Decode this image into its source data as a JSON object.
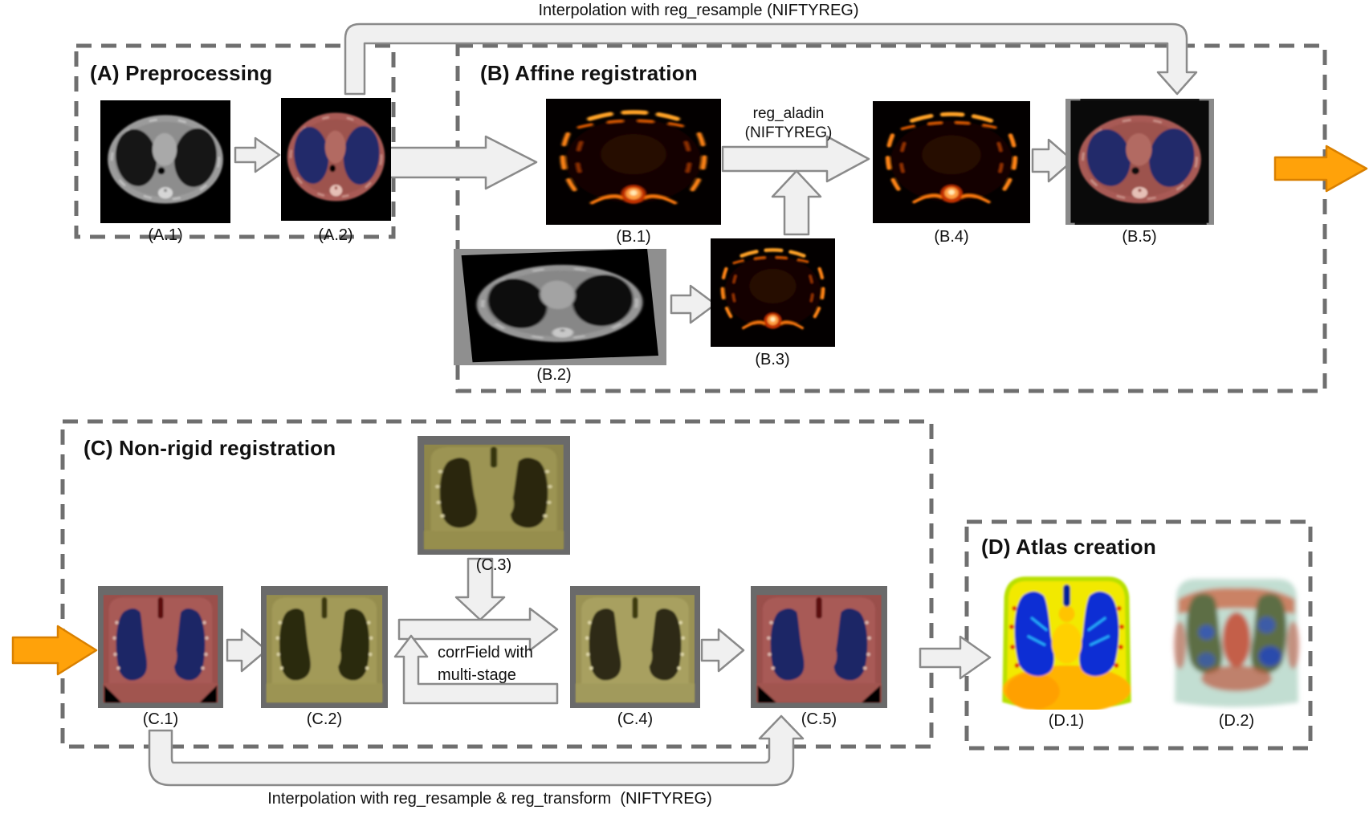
{
  "figure": {
    "top_arrow_label": "Interpolation with reg_resample (NIFTYREG)",
    "bottom_arrow_label": "Interpolation with reg_resample & reg_transform  (NIFTYREG)"
  },
  "sections": {
    "a": {
      "title": "(A) Preprocessing",
      "items": [
        {
          "label": "(A.1)"
        },
        {
          "label": "(A.2)"
        }
      ]
    },
    "b": {
      "title": "(B) Affine registration",
      "arrow_label_line1": "reg_aladin",
      "arrow_label_line2": "(NIFTYREG)",
      "items": [
        {
          "label": "(B.1)"
        },
        {
          "label": "(B.2)"
        },
        {
          "label": "(B.3)"
        },
        {
          "label": "(B.4)"
        },
        {
          "label": "(B.5)"
        }
      ]
    },
    "c": {
      "title": "(C) Non-rigid registration",
      "arrow_label_line1": "corrField with",
      "arrow_label_line2": "multi-stage",
      "items": [
        {
          "label": "(C.1)"
        },
        {
          "label": "(C.2)"
        },
        {
          "label": "(C.3)"
        },
        {
          "label": "(C.4)"
        },
        {
          "label": "(C.5)"
        }
      ]
    },
    "d": {
      "title": "(D) Atlas creation",
      "items": [
        {
          "label": "(D.1)"
        },
        {
          "label": "(D.2)"
        }
      ]
    }
  },
  "colors": {
    "flow_arrow_fill": "#f0f0f0",
    "flow_arrow_stroke": "#8a8a8a",
    "highlight_arrow_fill": "#ffa20a",
    "highlight_arrow_stroke": "#d98000",
    "box_border": "#6f6f6f"
  }
}
